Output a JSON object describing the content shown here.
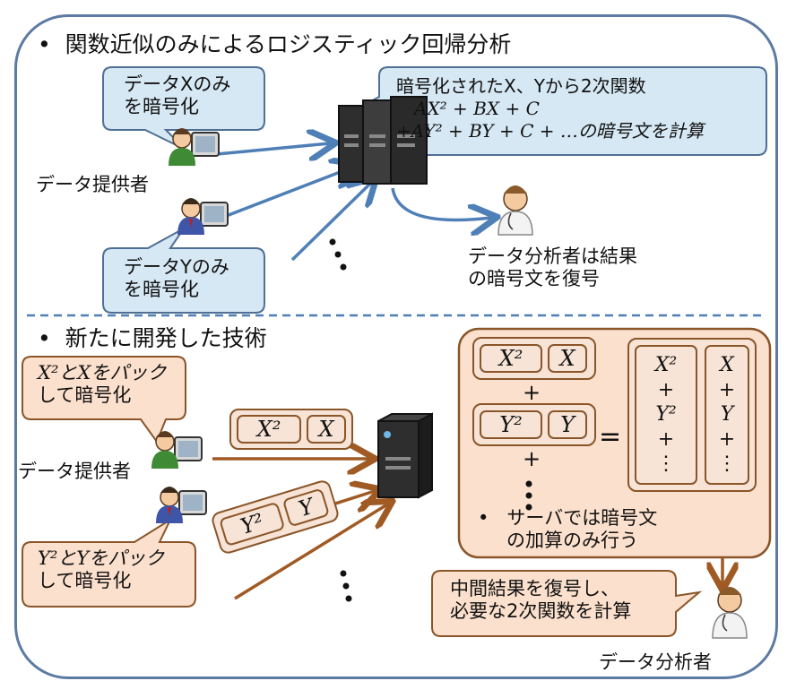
{
  "top": {
    "heading": "関数近似のみによるロジスティック回帰分析",
    "bubble_x": [
      "データXのみ",
      "を暗号化"
    ],
    "bubble_y": [
      "データYのみ",
      "を暗号化"
    ],
    "provider_label": "データ提供者",
    "server_bubble_line1": "暗号化されたX、Yから2次関数",
    "server_bubble_line2": "AX² + BX + C",
    "server_bubble_line3": "+AY² + BY + C + …の暗号文を計算",
    "analyst_label": [
      "データ分析者は結果",
      "の暗号文を復号"
    ]
  },
  "bottom": {
    "heading": "新たに開発した技術",
    "bubble_x": [
      "X²とXをパック",
      "して暗号化"
    ],
    "bubble_y": [
      "Y²とYをパック",
      "して暗号化"
    ],
    "provider_label": "データ提供者",
    "pack_x": [
      "X²",
      "X"
    ],
    "pack_y": [
      "Y²",
      "Y"
    ],
    "sum_col1": [
      "X²",
      "+",
      "Y²",
      "+",
      "⋮"
    ],
    "sum_col2": [
      "X",
      "+",
      "Y",
      "+",
      "⋮"
    ],
    "server_note": [
      "サーバでは暗号文",
      "の加算のみ行う"
    ],
    "analyst_bubble": [
      "中間結果を復号し、",
      "必要な2次関数を計算"
    ],
    "analyst_label": "データ分析者"
  },
  "colors": {
    "frame": "#5d7aa3",
    "blue_bubble": "#d6e8f4",
    "orange_bubble": "#fbe0cd",
    "blue_arrow": "#4f7fb7",
    "brown_arrow": "#a05a24"
  }
}
